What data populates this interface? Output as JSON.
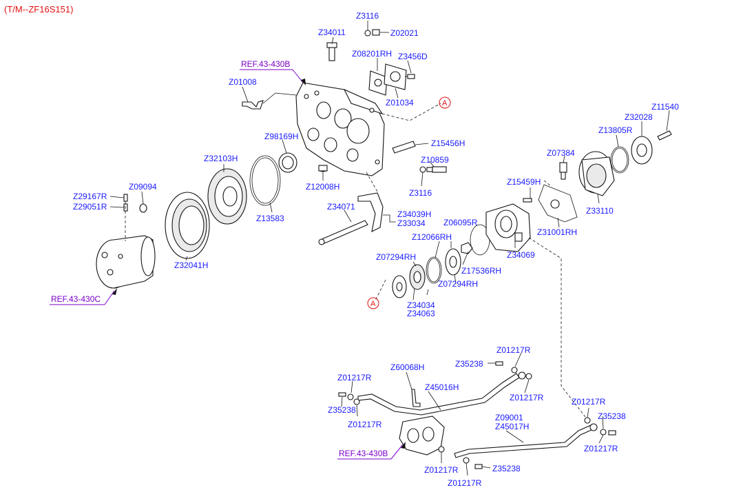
{
  "header": {
    "title": "(T/M--ZF16S151)"
  },
  "references": {
    "ref_top": "REF.43-430B",
    "ref_left": "REF.43-430C",
    "ref_bottom": "REF.43-430B"
  },
  "markers": {
    "a_top": "A",
    "a_mid": "A"
  },
  "labels": {
    "z3116_top": "Z3116",
    "z34011": "Z34011",
    "z02021": "Z02021",
    "z08201rh": "Z08201RH",
    "z3456d": "Z3456D",
    "z01008": "Z01008",
    "z01034": "Z01034",
    "z98169h": "Z98169H",
    "z15456h": "Z15456H",
    "z32103h": "Z32103H",
    "z10859": "Z10859",
    "z12008h": "Z12008H",
    "z3116_mid": "Z3116",
    "z29167r": "Z29167R",
    "z09094": "Z09094",
    "z29051r": "Z29051R",
    "z13583": "Z13583",
    "z34071": "Z34071",
    "z34039h": "Z34039H",
    "z33034": "Z33034",
    "z32041h": "Z32041H",
    "z06095r": "Z06095R",
    "z12066rh": "Z12066RH",
    "z07294rh_a": "Z07294RH",
    "z17536rh": "Z17536RH",
    "z07294rh_b": "Z07294RH",
    "z34034": "Z34034",
    "z34063": "Z34063",
    "z15459h": "Z15459H",
    "z07384": "Z07384",
    "z13805r": "Z13805R",
    "z32028": "Z32028",
    "z11540": "Z11540",
    "z31001rh": "Z31001RH",
    "z33110": "Z33110",
    "z34069": "Z34069",
    "z01217r_1": "Z01217R",
    "z35238_1": "Z35238",
    "z60068h": "Z60068H",
    "z01217r_2": "Z01217R",
    "z45016h": "Z45016H",
    "z01217r_3": "Z01217R",
    "z35238_2": "Z35238",
    "z01217r_4": "Z01217R",
    "z01217r_5": "Z01217R",
    "z35238_3": "Z35238",
    "z09001": "Z09001",
    "z45017h": "Z45017H",
    "z01217r_6": "Z01217R",
    "z01217r_7": "Z01217R",
    "z35238_4": "Z35238",
    "z01217r_8": "Z01217R"
  }
}
